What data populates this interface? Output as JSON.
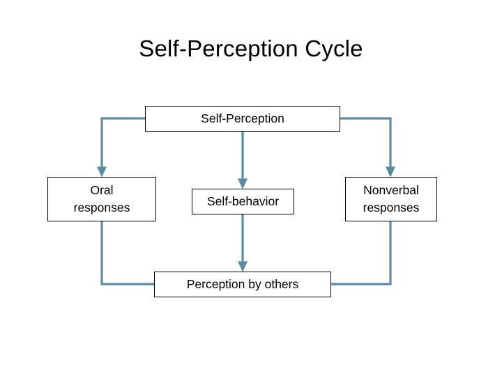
{
  "slide": {
    "title": "Self-Perception Cycle",
    "background_color": "#ffffff",
    "text_color": "#000000",
    "connector_color": "#5b8ca3",
    "node_border_color": "#000000"
  },
  "diagram": {
    "type": "cycle-flowchart",
    "nodes": [
      {
        "id": "self-perception",
        "label": "Self-Perception",
        "lines": [
          "Self-Perception"
        ]
      },
      {
        "id": "oral-responses",
        "label": "Oral responses",
        "lines": [
          "Oral",
          "responses"
        ]
      },
      {
        "id": "self-behavior",
        "label": "Self-behavior",
        "lines": [
          "Self-behavior"
        ]
      },
      {
        "id": "nonverbal-responses",
        "label": "Nonverbal responses",
        "lines": [
          "Nonverbal",
          "responses"
        ]
      },
      {
        "id": "perception-by-others",
        "label": "Perception by others",
        "lines": [
          "Perception by others"
        ]
      }
    ],
    "edges": [
      {
        "from": "self-perception",
        "to": "oral-responses",
        "arrow": true
      },
      {
        "from": "self-perception",
        "to": "self-behavior",
        "arrow": true
      },
      {
        "from": "self-perception",
        "to": "nonverbal-responses",
        "arrow": true
      },
      {
        "from": "oral-responses",
        "to": "perception-by-others",
        "arrow": false
      },
      {
        "from": "self-behavior",
        "to": "perception-by-others",
        "arrow": true
      },
      {
        "from": "nonverbal-responses",
        "to": "perception-by-others",
        "arrow": false
      }
    ]
  }
}
